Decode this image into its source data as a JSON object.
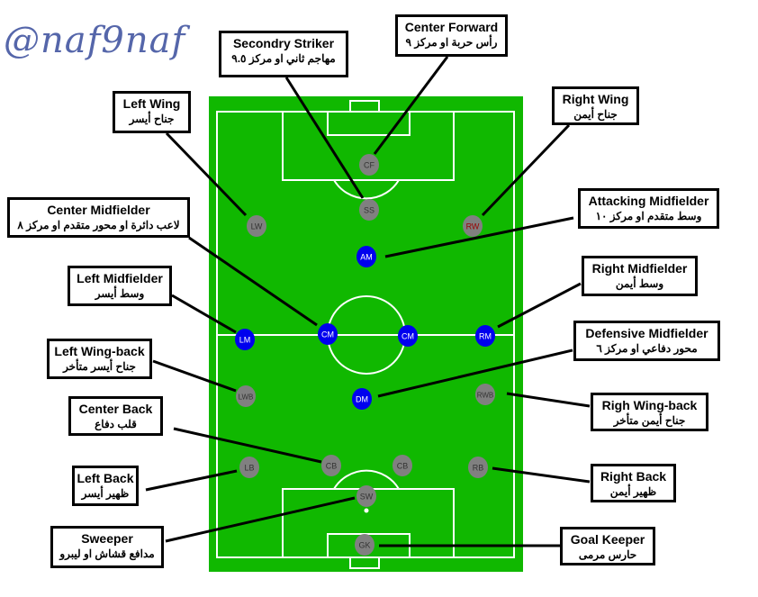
{
  "watermark": "@naf9naf",
  "colors": {
    "pitch": "#10b800",
    "lines": "#ffffff",
    "active": "#0000ee",
    "inactive": "#808080"
  },
  "players": [
    {
      "code": "SS",
      "label": "Secondry Striker",
      "arabic": "مهاجم ثاني او مركز ٩.٥",
      "active": false
    },
    {
      "code": "CF",
      "label": "Center Forward",
      "arabic": "رأس حربة او مركز ٩",
      "active": false
    },
    {
      "code": "LW",
      "label": "Left Wing",
      "arabic": "جناح أيسر",
      "active": false
    },
    {
      "code": "RW",
      "label": "Right Wing",
      "arabic": "جناح أيمن",
      "active": false
    },
    {
      "code": "CM",
      "label": "Center Midfielder",
      "arabic": "لاعب دائرة او محور متقدم او مركز ٨",
      "active": true
    },
    {
      "code": "AM",
      "label": "Attacking Midfielder",
      "arabic": "وسط متقدم او مركز ١٠",
      "active": true
    },
    {
      "code": "LM",
      "label": "Left Midfielder",
      "arabic": "وسط أيسر",
      "active": true
    },
    {
      "code": "RM",
      "label": "Right Midfielder",
      "arabic": "وسط أيمن",
      "active": true
    },
    {
      "code": "DM",
      "label": "Defensive Midfielder",
      "arabic": "محور دفاعي او مركز ٦",
      "active": true
    },
    {
      "code": "LWB",
      "label": "Left Wing-back",
      "arabic": "جناح أيسر متأخر",
      "active": false
    },
    {
      "code": "RWB",
      "label": "Righ Wing-back",
      "arabic": "جناح أيمن متأخر",
      "active": false
    },
    {
      "code": "CB",
      "label": "Center Back",
      "arabic": "قلب دفاع",
      "active": false
    },
    {
      "code": "LB",
      "label": "Left Back",
      "arabic": "ظهير أيسر",
      "active": false
    },
    {
      "code": "RB",
      "label": "Right Back",
      "arabic": "ظهير أيمن",
      "active": false
    },
    {
      "code": "SW",
      "label": "Sweeper",
      "arabic": "مدافع قشاش او ليبرو",
      "active": false
    },
    {
      "code": "GK",
      "label": "Goal Keeper",
      "arabic": "حارس مرمى",
      "active": false
    }
  ],
  "extra_tokens": [
    {
      "code": "CM",
      "active": true
    },
    {
      "code": "CB",
      "active": false
    }
  ]
}
